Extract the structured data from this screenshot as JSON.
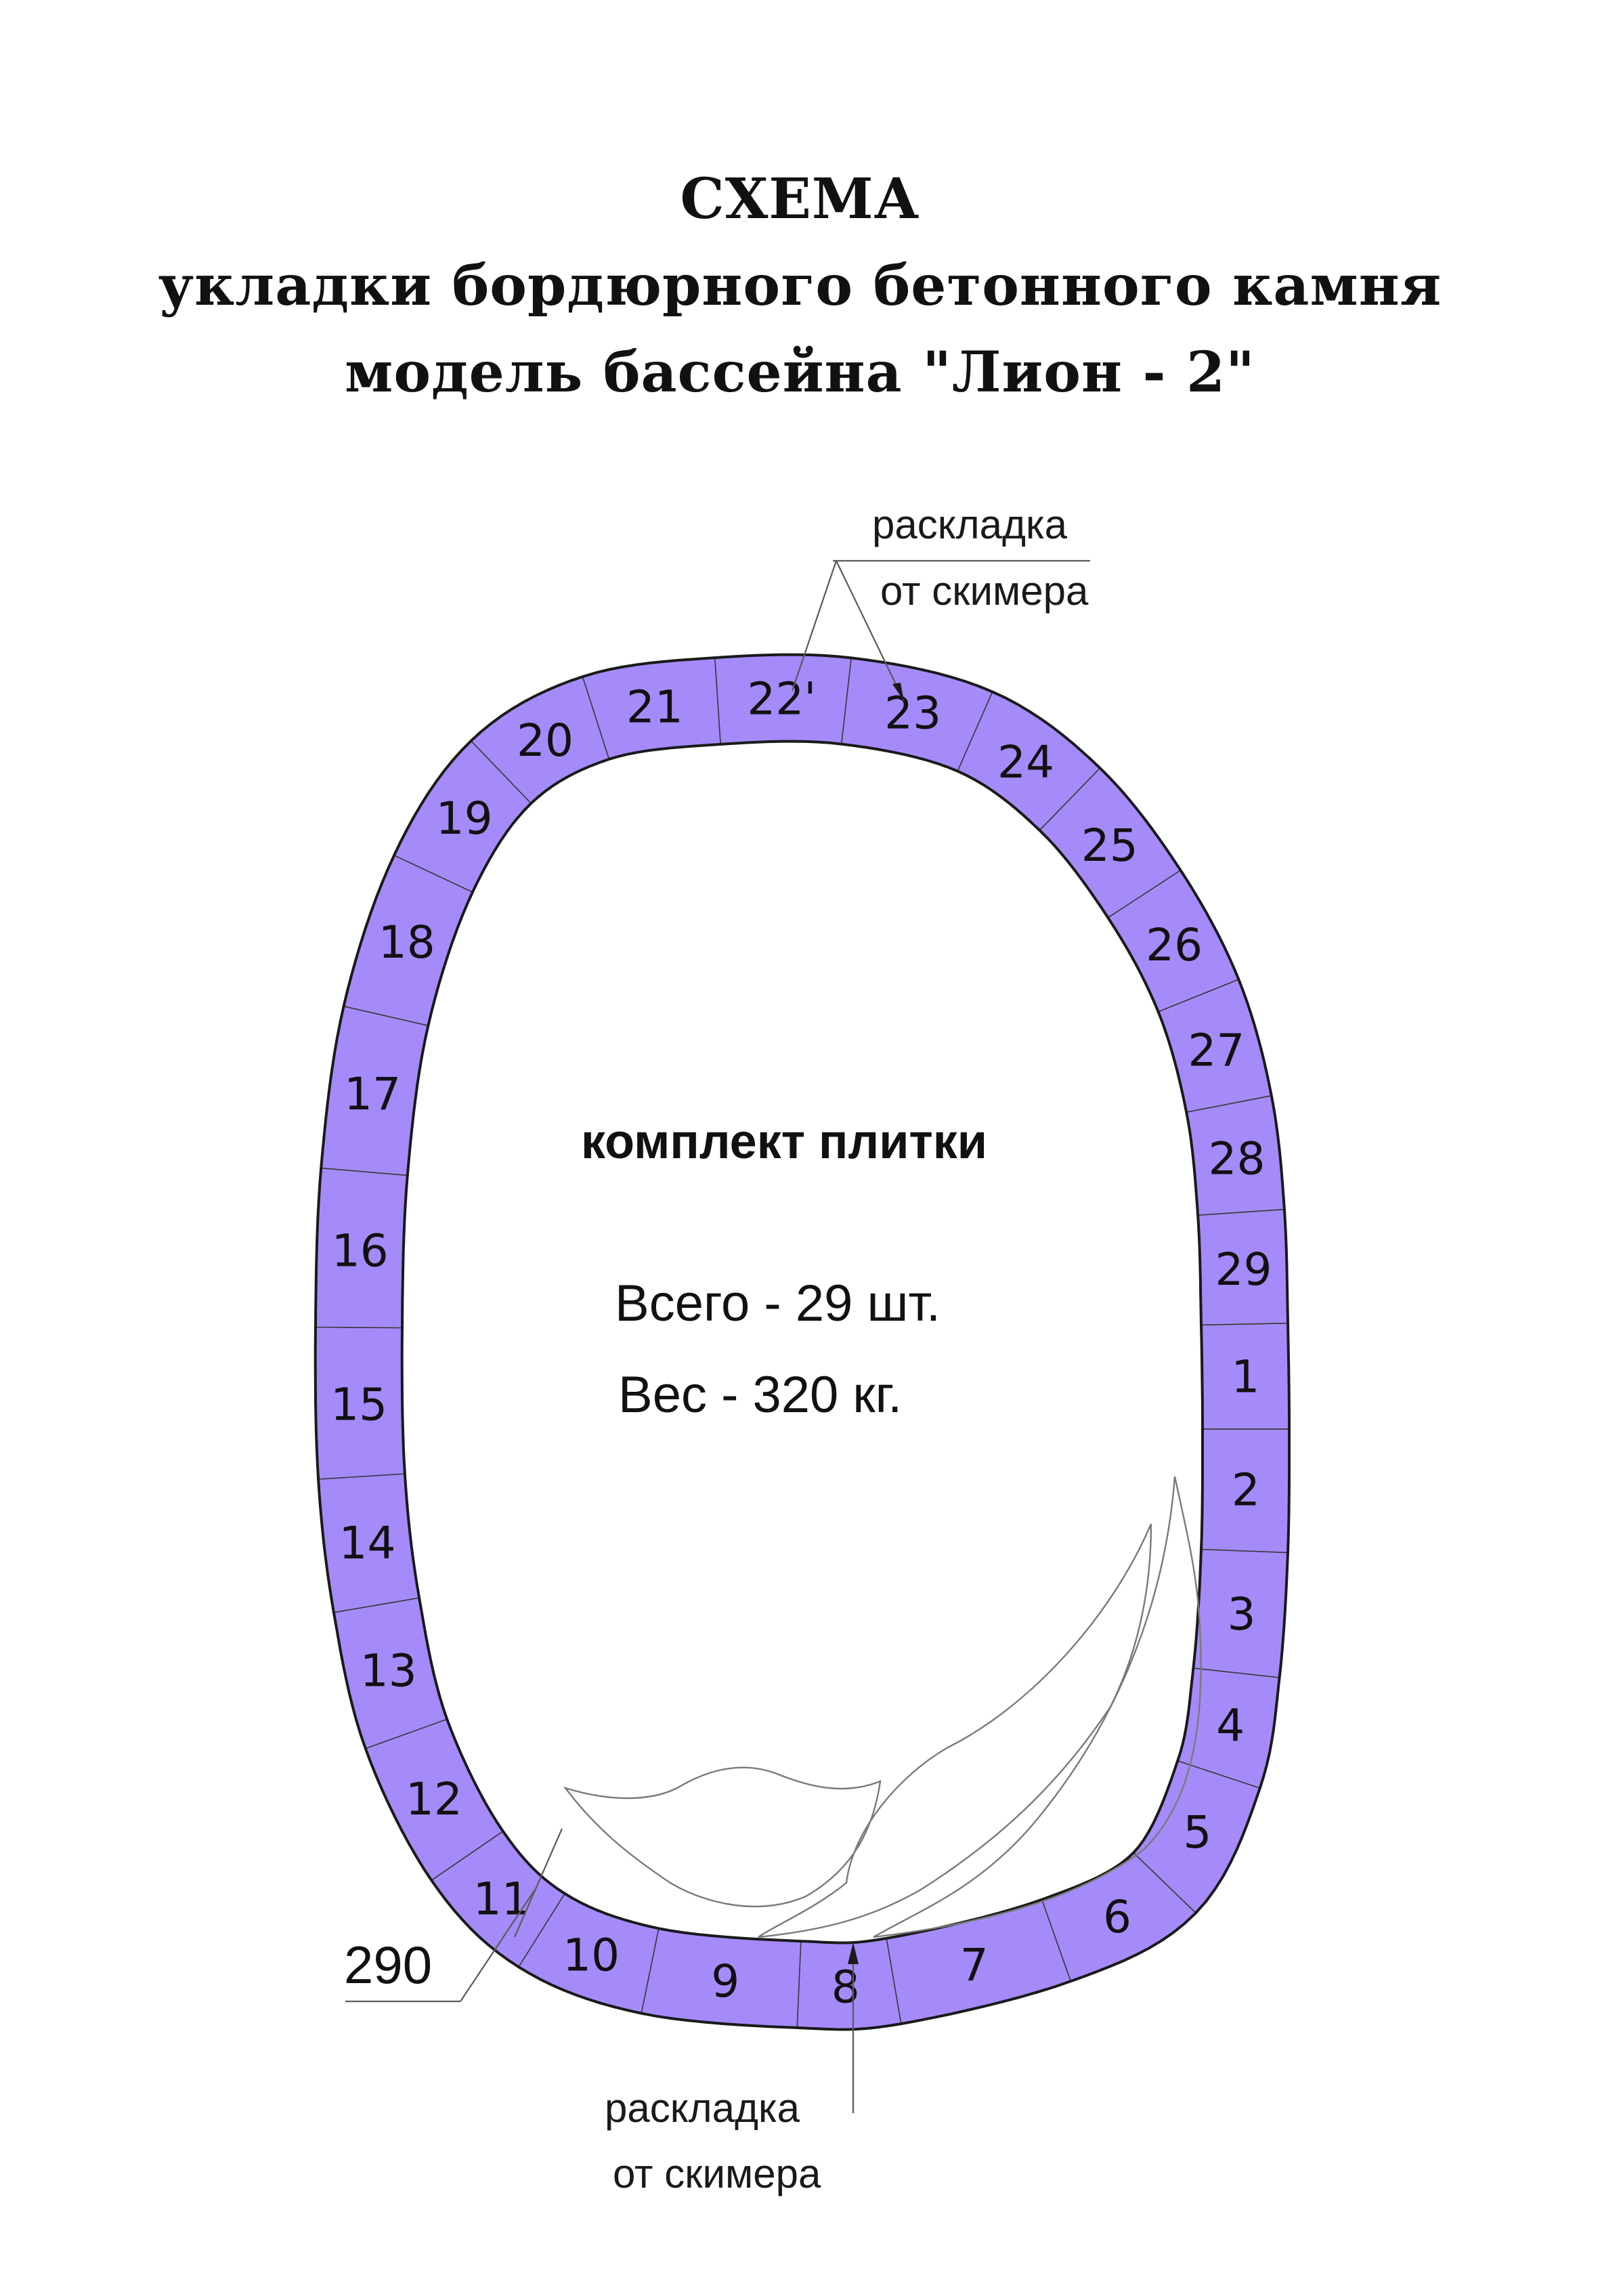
{
  "title": {
    "line1": "СХЕМА",
    "line2": "укладки  бордюрного  бетонного  камня",
    "line3": "модель бассейна  \"Лион - 2\""
  },
  "kit": {
    "heading": "комплект плитки",
    "total": "Всего  -  29 шт.",
    "weight": "Вес   -  320 кг."
  },
  "notes": {
    "top_line1": "раскладка",
    "top_line2": "от скимера",
    "bottom_line1": "раскладка",
    "bottom_line2": "от скимера"
  },
  "dimension": "290",
  "tiles": [
    "1",
    "2",
    "3",
    "4",
    "5",
    "6",
    "7",
    "8",
    "9",
    "10",
    "11",
    "12",
    "13",
    "14",
    "15",
    "16",
    "17",
    "18",
    "19",
    "20",
    "21",
    "22'",
    "23",
    "24",
    "25",
    "26",
    "27",
    "28",
    "29"
  ],
  "colors": {
    "tile_fill": "#a58bfa",
    "outline": "#1a1a1a",
    "background": "#ffffff"
  }
}
